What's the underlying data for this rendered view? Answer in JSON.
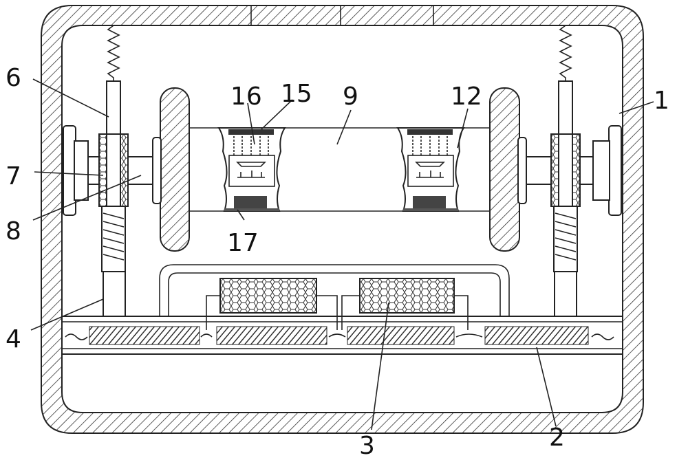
{
  "figure": {
    "description_type": "patent-mechanical-drawing",
    "labels": [
      {
        "id": "label-1",
        "text": "1"
      },
      {
        "id": "label-2",
        "text": "2"
      },
      {
        "id": "label-3",
        "text": "3"
      },
      {
        "id": "label-4",
        "text": "4"
      },
      {
        "id": "label-6",
        "text": "6"
      },
      {
        "id": "label-7",
        "text": "7"
      },
      {
        "id": "label-8",
        "text": "8"
      },
      {
        "id": "label-9",
        "text": "9"
      },
      {
        "id": "label-12",
        "text": "12"
      },
      {
        "id": "label-15",
        "text": "15"
      },
      {
        "id": "label-16",
        "text": "16"
      },
      {
        "id": "label-17",
        "text": "17"
      }
    ],
    "colors": {
      "line": "#222222",
      "background": "#ffffff"
    }
  }
}
